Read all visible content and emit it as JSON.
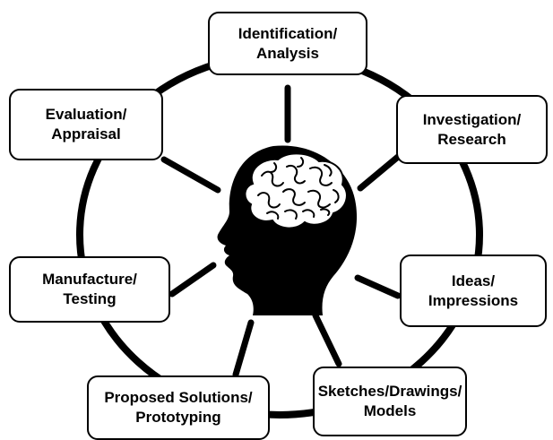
{
  "diagram": {
    "nodes": [
      {
        "id": "n1",
        "label": "Identification/\nAnalysis"
      },
      {
        "id": "n2",
        "label": "Investigation/\nResearch"
      },
      {
        "id": "n3",
        "label": "Ideas/\nImpressions"
      },
      {
        "id": "n4",
        "label": "Sketches/Drawings/\nModels"
      },
      {
        "id": "n5",
        "label": "Proposed Solutions/\nPrototyping"
      },
      {
        "id": "n6",
        "label": "Manufacture/\nTesting"
      },
      {
        "id": "n7",
        "label": "Evaluation/\nAppraisal"
      }
    ],
    "center": {
      "icon": "head-with-brain-icon"
    },
    "colors": {
      "stroke": "#000000",
      "fill": "#ffffff",
      "head": "#000000"
    }
  }
}
